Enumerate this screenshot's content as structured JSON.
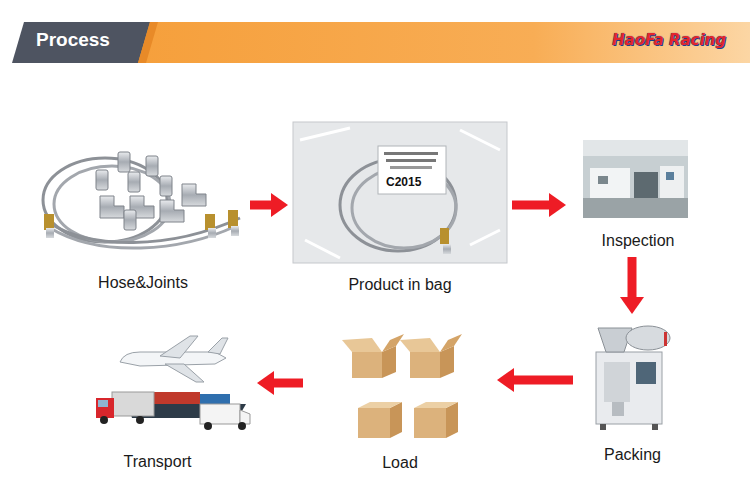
{
  "diagram": {
    "title": "Process",
    "nodes": [
      {
        "text": [
          "Hose&Joints"
        ]
      },
      {
        "text": [
          "Product in bag"
        ]
      },
      {
        "text": [
          "Inspection"
        ]
      },
      {
        "text": [
          "Packing"
        ]
      },
      {
        "text": [
          "Load"
        ]
      },
      {
        "text": [
          "Transport"
        ]
      }
    ],
    "edges": [
      {
        "from": 0,
        "to": 1,
        "arrow": "to"
      },
      {
        "from": 1,
        "to": 2,
        "arrow": "to"
      },
      {
        "from": 2,
        "to": 3,
        "arrow": "to"
      },
      {
        "from": 3,
        "to": 4,
        "arrow": "to"
      },
      {
        "from": 4,
        "to": 5,
        "arrow": "to"
      }
    ],
    "labels": [
      "HaoFa Racing",
      "C2015"
    ]
  }
}
